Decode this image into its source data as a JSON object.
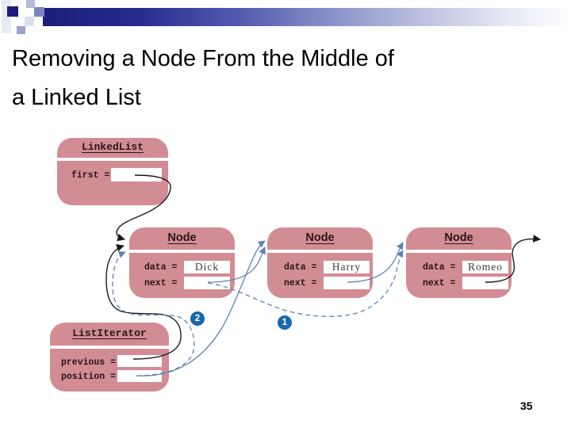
{
  "slide": {
    "title_line1": "Removing a Node From the Middle of",
    "title_line2": "a Linked List",
    "page_number": "35"
  },
  "diagram": {
    "linked_list": {
      "class_name": "LinkedList",
      "field_label": "first ="
    },
    "nodes": [
      {
        "class_name": "Node",
        "data_label": "data =",
        "next_label": "next =",
        "data_value": "Dick"
      },
      {
        "class_name": "Node",
        "data_label": "data =",
        "next_label": "next =",
        "data_value": "Harry"
      },
      {
        "class_name": "Node",
        "data_label": "data =",
        "next_label": "next =",
        "data_value": "Romeo"
      }
    ],
    "iterator": {
      "class_name": "ListIterator",
      "previous_label": "previous =",
      "position_label": "position ="
    },
    "step_markers": [
      {
        "number": "2"
      },
      {
        "number": "1"
      }
    ],
    "colors": {
      "box_fill": "#d28c93",
      "pointer_black": "#1a1a1a",
      "pointer_blue": "#5d83b4",
      "step_marker_blue": "#1768ad",
      "header_bar_navy": "#1b1f7a"
    }
  }
}
